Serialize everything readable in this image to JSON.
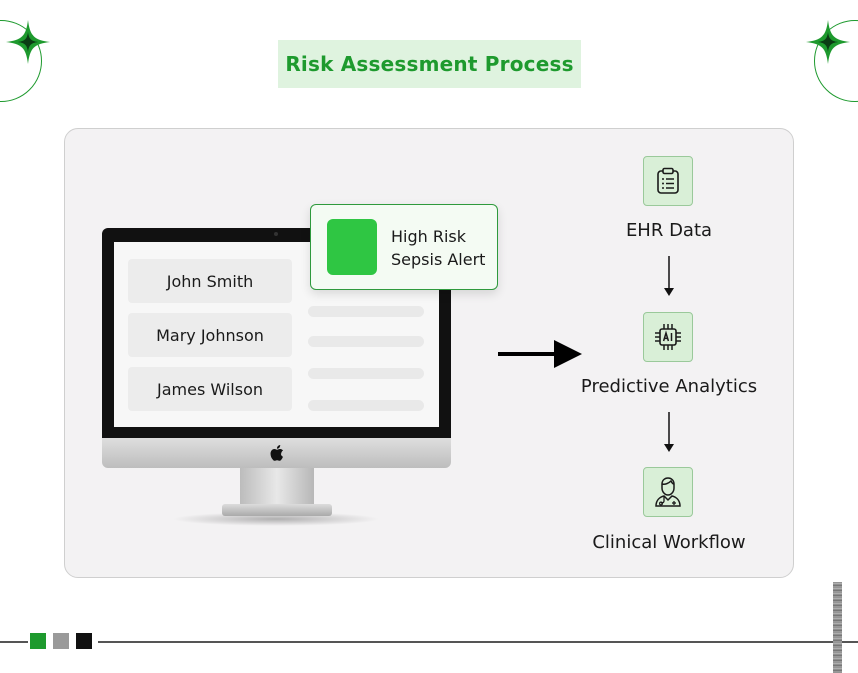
{
  "title": "Risk Assessment Process",
  "colors": {
    "brand_green": "#1e9a2e",
    "title_bg": "#dff3df",
    "alert_green": "#2fc643",
    "icon_box_bg": "#d9efd7"
  },
  "monitor": {
    "patients": [
      {
        "name": "John Smith"
      },
      {
        "name": "Mary Johnson"
      },
      {
        "name": "James Wilson"
      }
    ],
    "logo_icon": "apple-logo-icon"
  },
  "alert": {
    "line1": "High Risk",
    "line2": "Sepsis Alert"
  },
  "flow": {
    "steps": [
      {
        "label": "EHR Data",
        "icon": "clipboard-icon"
      },
      {
        "label": "Predictive Analytics",
        "icon": "ai-chip-icon"
      },
      {
        "label": "Clinical Workflow",
        "icon": "doctor-icon"
      }
    ]
  },
  "footer": {
    "squares": [
      "#1e9a2e",
      "#9a9a9a",
      "#111111"
    ]
  }
}
